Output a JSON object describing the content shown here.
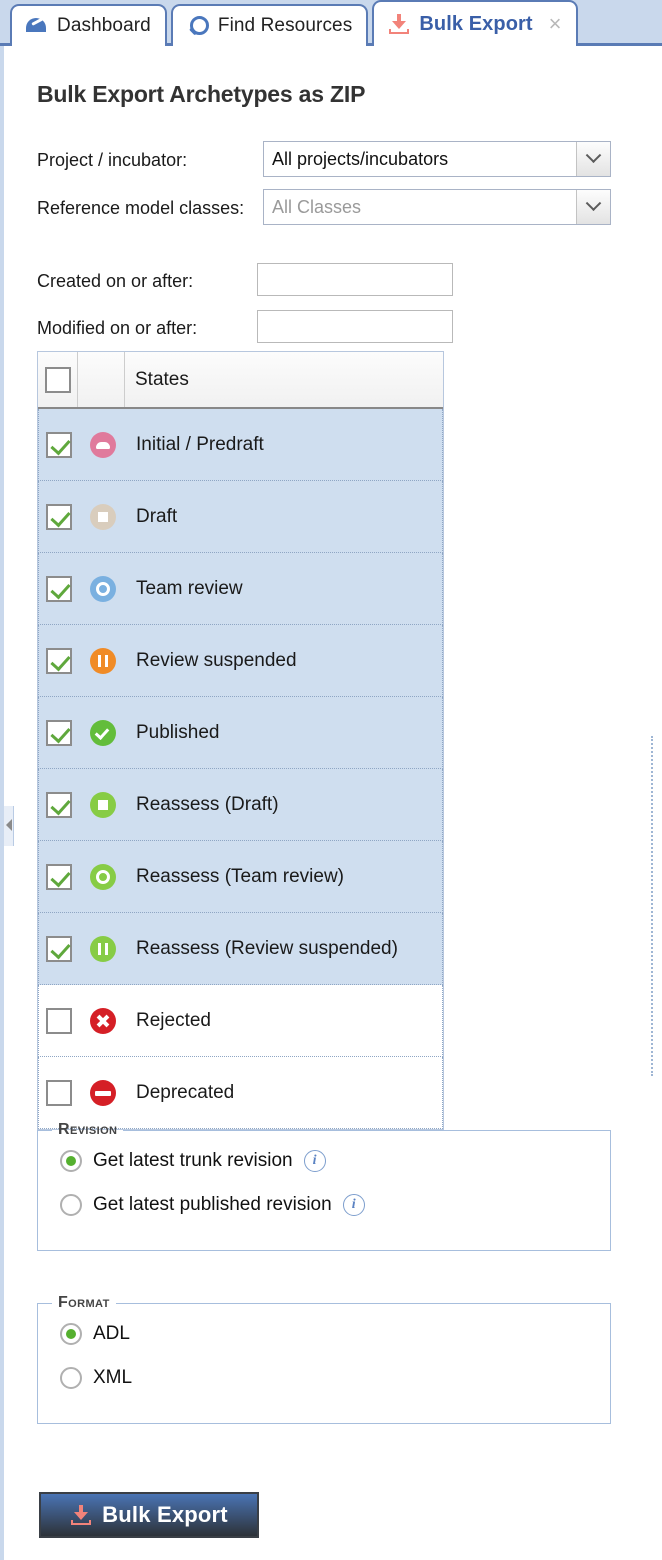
{
  "tabs": [
    {
      "label": "Dashboard",
      "icon": "gauge-icon",
      "active": false,
      "closable": false
    },
    {
      "label": "Find Resources",
      "icon": "magnifier-icon",
      "active": false,
      "closable": false
    },
    {
      "label": "Bulk Export",
      "icon": "download-tray-icon",
      "active": true,
      "closable": true,
      "close_glyph": "×"
    }
  ],
  "page": {
    "title": "Bulk Export Archetypes as ZIP"
  },
  "form": {
    "project": {
      "label": "Project / incubator:",
      "value": "All projects/incubators",
      "is_placeholder": false
    },
    "refmodel": {
      "label": "Reference model classes:",
      "value": "All Classes",
      "is_placeholder": true
    },
    "created": {
      "label": "Created on or after:",
      "value": "",
      "placeholder": ""
    },
    "modified": {
      "label": "Modified on or after:",
      "value": "",
      "placeholder": ""
    }
  },
  "states_table": {
    "header": {
      "select_all_checked": false,
      "column_label": "States"
    },
    "rows": [
      {
        "label": "Initial / Predraft",
        "checked": true,
        "badge": "cloud-pink-icon",
        "badge_color": "#e07a9c",
        "glyph": "cloud"
      },
      {
        "label": "Draft",
        "checked": true,
        "badge": "square-tan-icon",
        "badge_color": "#d9cdbd",
        "glyph": "square"
      },
      {
        "label": "Team review",
        "checked": true,
        "badge": "refresh-blue-icon",
        "badge_color": "#7ab0e0",
        "glyph": "ring"
      },
      {
        "label": "Review suspended",
        "checked": true,
        "badge": "pause-orange-icon",
        "badge_color": "#f08b26",
        "glyph": "pause"
      },
      {
        "label": "Published",
        "checked": true,
        "badge": "check-green-icon",
        "badge_color": "#63bd3b",
        "glyph": "check"
      },
      {
        "label": "Reassess (Draft)",
        "checked": true,
        "badge": "square-lightgreen-icon",
        "badge_color": "#87cc45",
        "glyph": "square"
      },
      {
        "label": "Reassess (Team review)",
        "checked": true,
        "badge": "refresh-lightgreen-icon",
        "badge_color": "#87cc45",
        "glyph": "ring"
      },
      {
        "label": "Reassess (Review suspended)",
        "checked": true,
        "badge": "pause-lightgreen-icon",
        "badge_color": "#87cc45",
        "glyph": "pause"
      },
      {
        "label": "Rejected",
        "checked": false,
        "badge": "x-red-icon",
        "badge_color": "#d51f26",
        "glyph": "x"
      },
      {
        "label": "Deprecated",
        "checked": false,
        "badge": "minus-red-icon",
        "badge_color": "#d51f26",
        "glyph": "minus"
      }
    ]
  },
  "revision": {
    "legend": "Revision",
    "options": [
      {
        "label": "Get latest trunk revision",
        "selected": true,
        "info": "i"
      },
      {
        "label": "Get latest published revision",
        "selected": false,
        "info": "i"
      }
    ]
  },
  "format": {
    "legend": "Format",
    "options": [
      {
        "label": "ADL",
        "selected": true
      },
      {
        "label": "XML",
        "selected": false
      }
    ]
  },
  "export_button": {
    "label": "Bulk Export",
    "icon": "download-tray-icon"
  },
  "colors": {
    "tabbar_bg": "#c9d8ec",
    "tab_border": "#5a7bb5",
    "active_tab_text": "#3a5fa8",
    "row_selected_bg": "#cfdeef",
    "accent_coral": "#f2837a",
    "button_gradient_top": "#4a74b4",
    "button_gradient_bottom": "#2d3238"
  }
}
